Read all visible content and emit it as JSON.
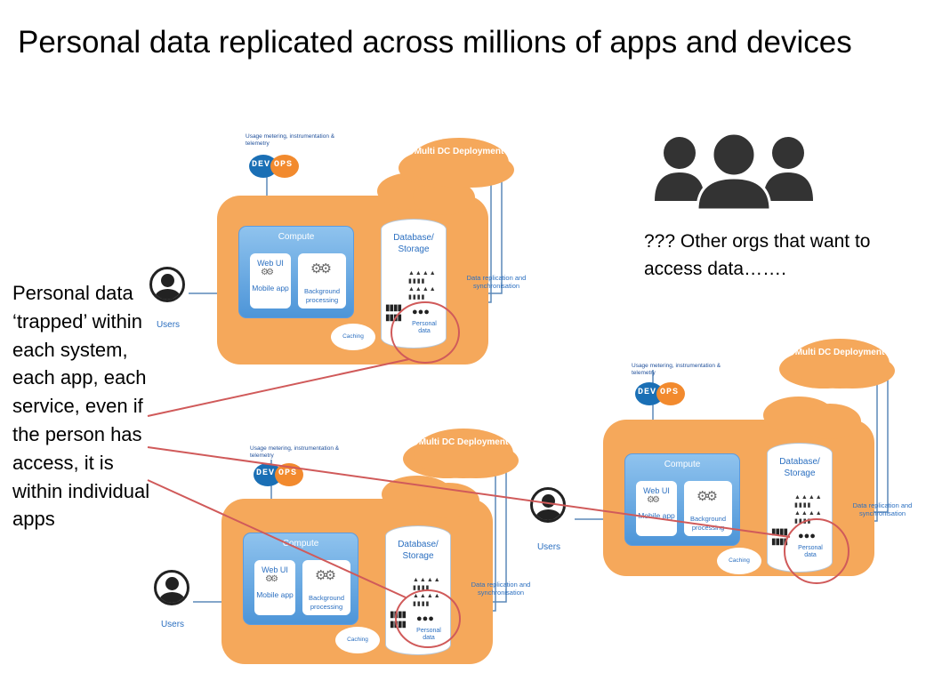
{
  "title": "Personal data replicated across millions of apps and devices",
  "left_caption": "Personal data ‘trapped’ within each system, each app, each service, even if the person has access, it is within individual apps",
  "orgs_caption": "??? Other orgs that want to access data…….",
  "system_labels": {
    "multi_dc": "Multi DC Deployment",
    "usage": "Usage metering, instrumentation & telemetry",
    "devops_dev": "DEV",
    "devops_ops": "OPS",
    "compute": "Compute",
    "web_ui": "Web UI",
    "mobile_app": "Mobile app",
    "background": "Background processing",
    "database": "Database/ Storage",
    "personal_data": "Personal data",
    "caching": "Caching",
    "replication": "Data replication and synchronisation",
    "users": "Users"
  },
  "colors": {
    "cloud": "#f5a85b",
    "compute": "#4d95d8",
    "label_blue": "#2b6fc0",
    "highlight_circle": "#d05a5a",
    "pointer_line": "#d05a5a"
  }
}
